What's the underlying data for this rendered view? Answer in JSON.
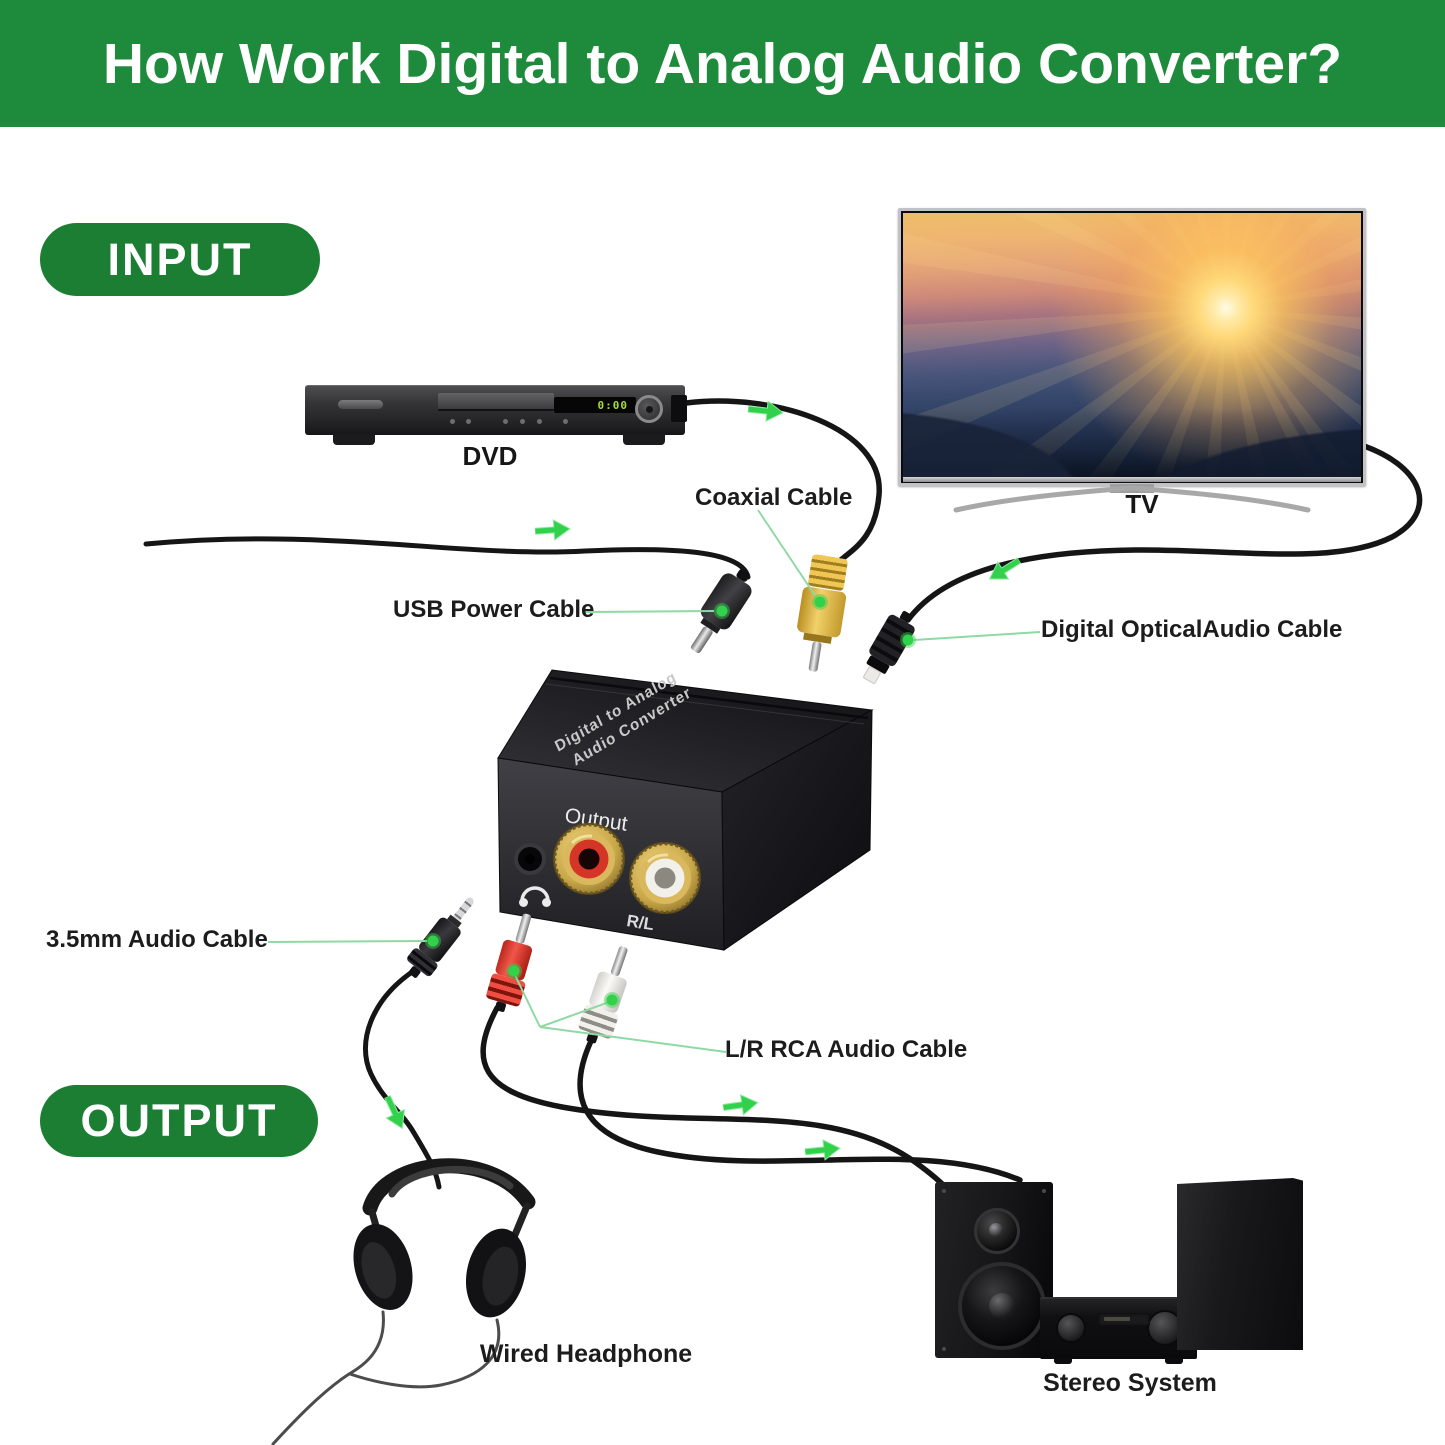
{
  "header": {
    "title": "How Work Digital to Analog Audio Converter?"
  },
  "badges": {
    "input": "INPUT",
    "output": "OUTPUT"
  },
  "devices": {
    "dvd": {
      "label": "DVD",
      "display": "0:00"
    },
    "tv": {
      "label": "TV"
    },
    "converter": {
      "top_line1": "Digital to Analog",
      "top_line2": "Audio Converter",
      "output_label": "Output",
      "rl_label": "R/L"
    },
    "headphone": {
      "label": "Wired Headphone"
    },
    "stereo": {
      "label": "Stereo System"
    }
  },
  "cable_labels": {
    "coaxial": "Coaxial Cable",
    "usb_power": "USB Power Cable",
    "optical": "Digital OpticalAudio Cable",
    "aux_35mm": "3.5mm Audio Cable",
    "rca": "L/R RCA Audio Cable"
  },
  "colors": {
    "header_green": "#1e8a3c",
    "badge_green": "#1b7e33",
    "arrow_green": "#32d14b",
    "pointer_line_green": "#8fd9a4",
    "coax_yellow": "#e8bc3f",
    "rca_red": "#d93a28",
    "rca_white": "#f2f0ec",
    "cable_black": "#151515"
  }
}
